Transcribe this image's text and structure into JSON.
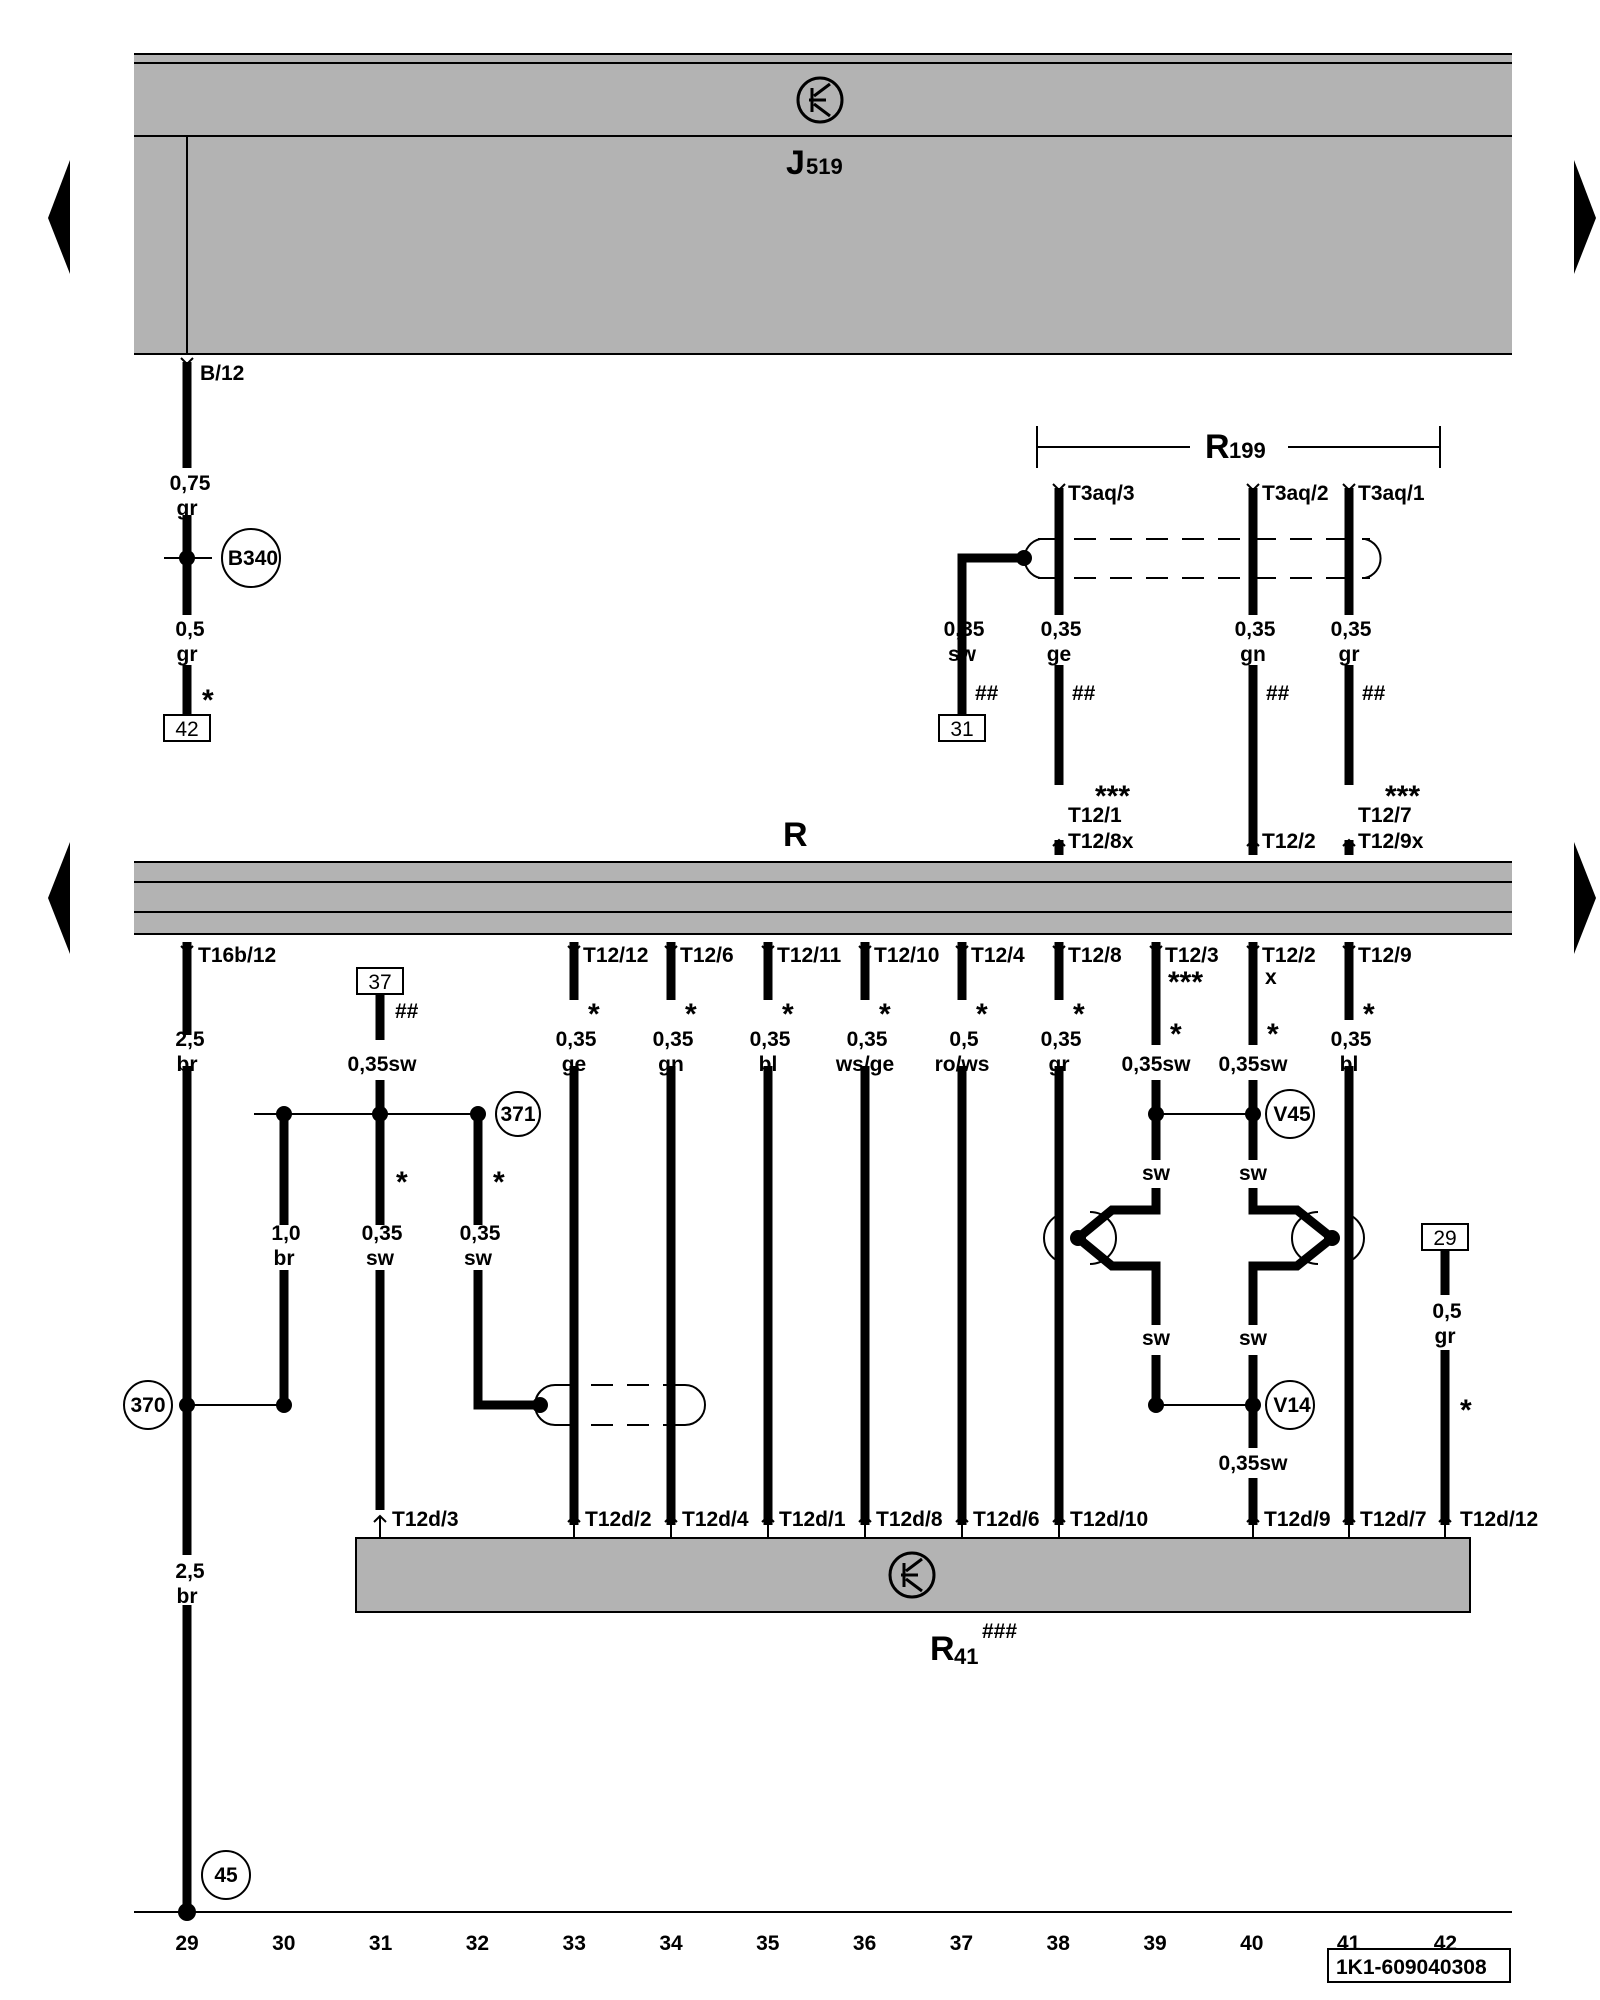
{
  "components": {
    "j519": {
      "letter": "J",
      "sub": "519"
    },
    "r": {
      "label": "R"
    },
    "r199": {
      "letter": "R",
      "sub": "199"
    },
    "r41": {
      "letter": "R",
      "sub": "41",
      "sup": "###"
    }
  },
  "connectors": {
    "b12": "B/12",
    "t3aq3": "T3aq/3",
    "t3aq2": "T3aq/2",
    "t3aq1": "T3aq/1",
    "t12_1": "T12/1",
    "t12_8x": "T12/8x",
    "t12_2top": "T12/2",
    "t12_7": "T12/7",
    "t12_9x": "T12/9x",
    "t16b12": "T16b/12",
    "t12_12": "T12/12",
    "t12_6": "T12/6",
    "t12_11": "T12/11",
    "t12_10": "T12/10",
    "t12_4": "T12/4",
    "t12_8": "T12/8",
    "t12_3": "T12/3",
    "t12_2": "T12/2",
    "t12_9": "T12/9",
    "t12d3": "T12d/3",
    "t12d2": "T12d/2",
    "t12d4": "T12d/4",
    "t12d1": "T12d/1",
    "t12d8": "T12d/8",
    "t12d6": "T12d/6",
    "t12d10": "T12d/10",
    "t12d9": "T12d/9",
    "t12d7": "T12d/7",
    "t12d12": "T12d/12",
    "x_mark": "x"
  },
  "wires": {
    "w075": "0,75",
    "gr": "gr",
    "w05": "0,5",
    "w035": "0,35",
    "sw": "sw",
    "ge": "ge",
    "gn": "gn",
    "bl": "bl",
    "wsge": "ws/ge",
    "rows": "ro/ws",
    "w25": "2,5",
    "br": "br",
    "w10": "1,0",
    "w035sw": "0,35sw"
  },
  "nodes": {
    "b340": "B340",
    "n371": "371",
    "n370": "370",
    "v45": "V45",
    "v14": "V14",
    "n45": "45"
  },
  "refboxes": {
    "r42": "42",
    "r31": "31",
    "r37": "37",
    "r29": "29"
  },
  "notes": {
    "star": "*",
    "hash": "##",
    "triple_star": "***"
  },
  "columns": [
    "29",
    "30",
    "31",
    "32",
    "33",
    "34",
    "35",
    "36",
    "37",
    "38",
    "39",
    "40",
    "41",
    "42"
  ],
  "diagram_id": "1K1-609040308"
}
